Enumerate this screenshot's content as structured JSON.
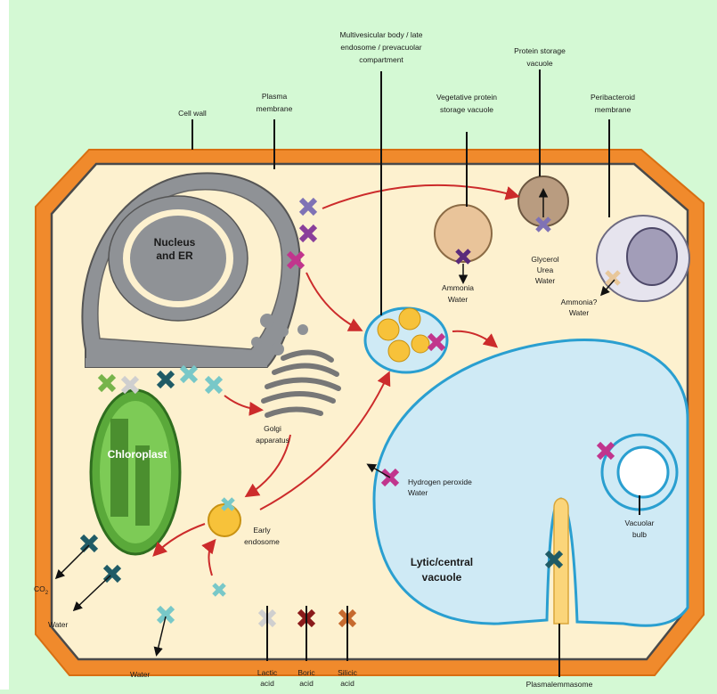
{
  "colors": {
    "background": "#d4f9d4",
    "cell_wall": "#f08a2c",
    "cytoplasm": "#fdf1cf",
    "vacuole": "#cfeaf5",
    "vacuole_border": "#2a9fd0",
    "nucleus": "#8f9296",
    "chloroplast": "#5aa93a",
    "arrow": "#cc2b2b"
  },
  "labels": {
    "cell_wall": "Cell wall",
    "plasma_membrane": [
      "Plasma",
      "membrane"
    ],
    "mvb": [
      "Multivesicular body / late",
      "endosome / prevacuolar",
      "compartment"
    ],
    "protein_storage": [
      "Protein storage",
      "vacuole"
    ],
    "vegetative": [
      "Vegetative protein",
      "storage vacuole"
    ],
    "peribacteroid": [
      "Peribacteroid",
      "membrane"
    ],
    "nucleus": [
      "Nucleus",
      "and ER"
    ],
    "ammonia_water": [
      "Ammonia",
      "Water"
    ],
    "glycerol": [
      "Glycerol",
      "Urea",
      "Water"
    ],
    "ammonia_q": [
      "Ammonia?",
      "Water"
    ],
    "golgi": [
      "Golgi",
      "apparatus"
    ],
    "chloroplast": "Chloroplast",
    "hydrogen": [
      "Hydrogen peroxide",
      "Water"
    ],
    "vacuolar_bulb": [
      "Vacuolar",
      "bulb"
    ],
    "early_endosome": [
      "Early",
      "endosome"
    ],
    "lytic": [
      "Lytic/central",
      "vacuole"
    ],
    "co2": "CO",
    "co2_sub": "2",
    "water_left": "Water",
    "water_bottom": "Water",
    "lactic": [
      "Lactic",
      "acid"
    ],
    "boric": [
      "Boric",
      "acid"
    ],
    "silicic": [
      "Silicic",
      "acid"
    ],
    "plasmalemmasome": "Plasmalemmasome"
  }
}
